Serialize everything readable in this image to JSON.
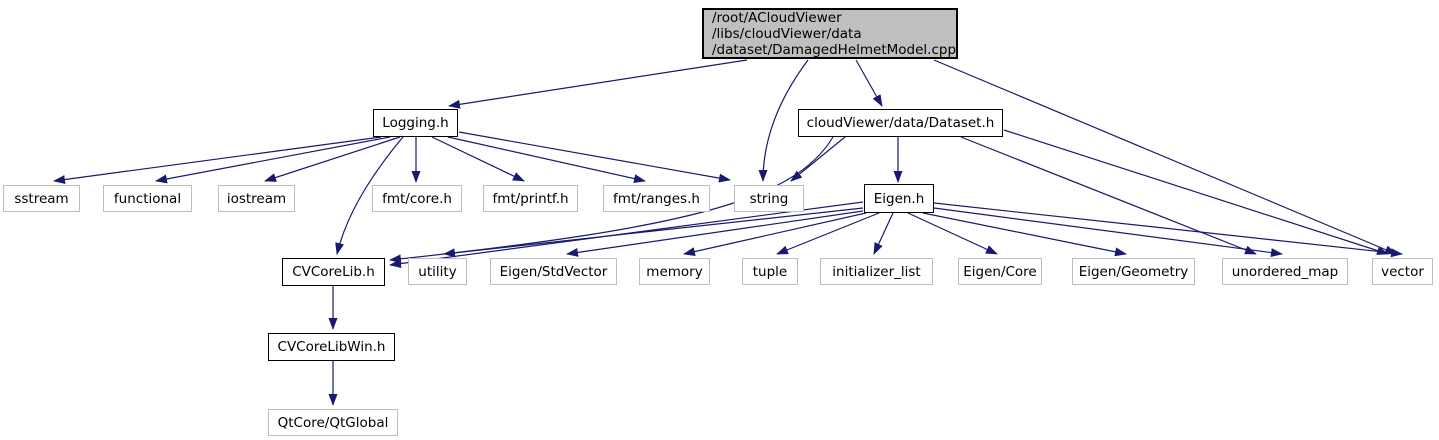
{
  "diagram": {
    "type": "include-dependency-graph",
    "edge_color": "#191970",
    "root_fill": "#bfbfbf",
    "nodes": {
      "cpp": {
        "lines": [
          "/root/ACloudViewer",
          "/libs/cloudViewer/data",
          "/dataset/DamagedHelmetModel.cpp"
        ]
      },
      "logging": {
        "label": "Logging.h"
      },
      "dataset": {
        "label": "cloudViewer/data/Dataset.h"
      },
      "sstream": {
        "label": "sstream"
      },
      "functional": {
        "label": "functional"
      },
      "iostream": {
        "label": "iostream"
      },
      "fmtcore": {
        "label": "fmt/core.h"
      },
      "fmtprintf": {
        "label": "fmt/printf.h"
      },
      "fmtranges": {
        "label": "fmt/ranges.h"
      },
      "string": {
        "label": "string"
      },
      "eigenh": {
        "label": "Eigen.h"
      },
      "cvcorelib": {
        "label": "CVCoreLib.h"
      },
      "utility": {
        "label": "utility"
      },
      "stdvector": {
        "label": "Eigen/StdVector"
      },
      "memory": {
        "label": "memory"
      },
      "tuple": {
        "label": "tuple"
      },
      "initlist": {
        "label": "initializer_list"
      },
      "eigencore": {
        "label": "Eigen/Core"
      },
      "eigengeom": {
        "label": "Eigen/Geometry"
      },
      "unordmap": {
        "label": "unordered_map"
      },
      "vector": {
        "label": "vector"
      },
      "cvcorelibwin": {
        "label": "CVCoreLibWin.h"
      },
      "qtglobal": {
        "label": "QtCore/QtGlobal"
      }
    },
    "edges": [
      {
        "from": "cpp",
        "to": "logging"
      },
      {
        "from": "cpp",
        "to": "string"
      },
      {
        "from": "cpp",
        "to": "dataset"
      },
      {
        "from": "cpp",
        "to": "vector"
      },
      {
        "from": "logging",
        "to": "sstream"
      },
      {
        "from": "logging",
        "to": "functional"
      },
      {
        "from": "logging",
        "to": "iostream"
      },
      {
        "from": "logging",
        "to": "fmtcore"
      },
      {
        "from": "logging",
        "to": "fmtprintf"
      },
      {
        "from": "logging",
        "to": "fmtranges"
      },
      {
        "from": "logging",
        "to": "string"
      },
      {
        "from": "logging",
        "to": "cvcorelib"
      },
      {
        "from": "dataset",
        "to": "string"
      },
      {
        "from": "dataset",
        "to": "eigenh"
      },
      {
        "from": "dataset",
        "to": "cvcorelib"
      },
      {
        "from": "dataset",
        "to": "unordmap"
      },
      {
        "from": "dataset",
        "to": "vector"
      },
      {
        "from": "eigenh",
        "to": "cvcorelib"
      },
      {
        "from": "eigenh",
        "to": "utility"
      },
      {
        "from": "eigenh",
        "to": "stdvector"
      },
      {
        "from": "eigenh",
        "to": "memory"
      },
      {
        "from": "eigenh",
        "to": "tuple"
      },
      {
        "from": "eigenh",
        "to": "initlist"
      },
      {
        "from": "eigenh",
        "to": "eigencore"
      },
      {
        "from": "eigenh",
        "to": "eigengeom"
      },
      {
        "from": "eigenh",
        "to": "unordmap"
      },
      {
        "from": "eigenh",
        "to": "vector"
      },
      {
        "from": "cvcorelib",
        "to": "cvcorelibwin"
      },
      {
        "from": "cvcorelibwin",
        "to": "qtglobal"
      }
    ]
  }
}
